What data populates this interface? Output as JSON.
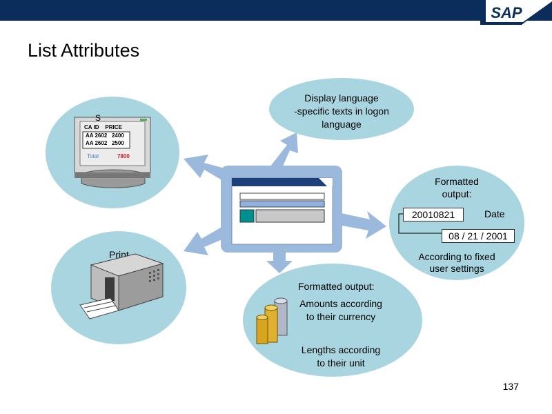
{
  "slide": {
    "title": "List Attributes",
    "page_number": "137"
  },
  "brand": {
    "logo_text": "SAP"
  },
  "screen_bubble": {
    "table_header": "CA ID    PRICE",
    "rows": [
      "AA 2602   2400",
      "AA 2602   2500"
    ],
    "total_label": "Total",
    "total_value": "7800"
  },
  "language_bubble": {
    "lines": [
      "Display language",
      "-specific texts in logon",
      "language"
    ]
  },
  "date_bubble": {
    "heading_lines": [
      "Formatted",
      "output:"
    ],
    "raw_value": "20010821",
    "date_label": "Date",
    "formatted_value": "08 / 21 / 2001",
    "footer_lines": [
      "According to fixed",
      "user settings"
    ]
  },
  "print_bubble": {
    "label": "Print"
  },
  "currency_bubble": {
    "heading": "Formatted output:",
    "amount_lines": [
      "Amounts according",
      "to their currency"
    ],
    "length_lines": [
      "Lengths according",
      "to their unit"
    ]
  },
  "colors": {
    "bubble": "#a9d5e0",
    "arrow": "#9ab9dc",
    "header_bar": "#0b2d5c",
    "window_title": "#1f3f7a",
    "teal": "#009090"
  }
}
